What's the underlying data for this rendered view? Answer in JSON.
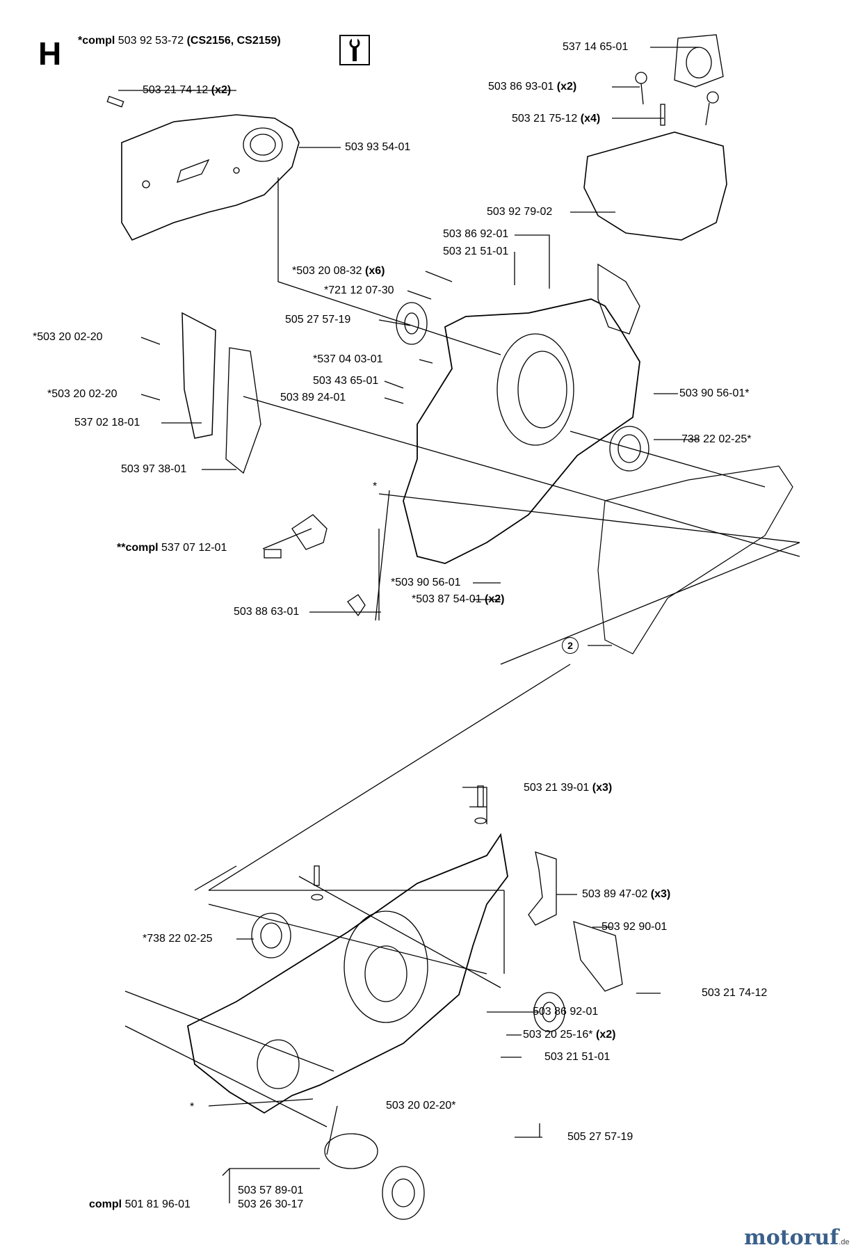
{
  "header": {
    "section": "H",
    "compl_prefix": "*compl",
    "compl_number": "503 92 53-72",
    "compl_models": "(CS2156, CS2159)"
  },
  "callout": "2",
  "labels": {
    "l1": {
      "num": "537 14 65-01",
      "qty": ""
    },
    "l2": {
      "num": "503 86 93-01",
      "qty": "(x2)"
    },
    "l3": {
      "num": "503 21 75-12",
      "qty": "(x4)"
    },
    "l4": {
      "num": "503 21 74-12",
      "qty": "(x2)"
    },
    "l5": {
      "num": "503 93 54-01",
      "qty": ""
    },
    "l6": {
      "num": "503 92 79-02",
      "qty": ""
    },
    "l7": {
      "num": "503 86 92-01",
      "qty": ""
    },
    "l8": {
      "num": "503 21 51-01",
      "qty": ""
    },
    "l9": {
      "num": "*503 20 08-32",
      "qty": "(x6)"
    },
    "l10": {
      "num": "*721 12 07-30",
      "qty": ""
    },
    "l11": {
      "num": "505 27 57-19",
      "qty": ""
    },
    "l12": {
      "num": "*503 20 02-20",
      "qty": ""
    },
    "l13": {
      "num": "*537 04 03-01",
      "qty": ""
    },
    "l14": {
      "num": "503 43 65-01",
      "qty": ""
    },
    "l15": {
      "num": "503 89 24-01",
      "qty": ""
    },
    "l16": {
      "num": "503 90 56-01*",
      "qty": ""
    },
    "l17": {
      "num": "*503 20 02-20",
      "qty": ""
    },
    "l18": {
      "num": "537 02 18-01",
      "qty": ""
    },
    "l19": {
      "num": "738 22 02-25*",
      "qty": ""
    },
    "l20": {
      "num": "503 97 38-01",
      "qty": ""
    },
    "l21": {
      "num": "*",
      "qty": ""
    },
    "l22": {
      "num": "537 07 12-01",
      "qty": "",
      "prefix": "**compl"
    },
    "l23": {
      "num": "*503 90 56-01",
      "qty": ""
    },
    "l24": {
      "num": "*503 87 54-01",
      "qty": "(x2)"
    },
    "l25": {
      "num": "503 88 63-01",
      "qty": ""
    },
    "l26": {
      "num": "503 21 39-01",
      "qty": "(x3)"
    },
    "l27": {
      "num": "503 89 47-02",
      "qty": "(x3)"
    },
    "l28": {
      "num": "*738 22 02-25",
      "qty": ""
    },
    "l29": {
      "num": "503 92 90-01",
      "qty": ""
    },
    "l30": {
      "num": "503 21 74-12",
      "qty": ""
    },
    "l31": {
      "num": "503 86 92-01",
      "qty": ""
    },
    "l32": {
      "num": "503 20 25-16*",
      "qty": "(x2)"
    },
    "l33": {
      "num": "503 21 51-01",
      "qty": ""
    },
    "l34": {
      "num": "*",
      "qty": ""
    },
    "l35": {
      "num": "503 20 02-20*",
      "qty": ""
    },
    "l36": {
      "num": "505 27 57-19",
      "qty": ""
    },
    "l37": {
      "num": "503 57 89-01",
      "qty": ""
    },
    "l38": {
      "num": "503 26 30-17",
      "qty": ""
    },
    "l39": {
      "num": "501 81 96-01",
      "qty": "",
      "prefix": "compl"
    }
  },
  "logo": {
    "text": "motoruf",
    "tld": ".de"
  }
}
